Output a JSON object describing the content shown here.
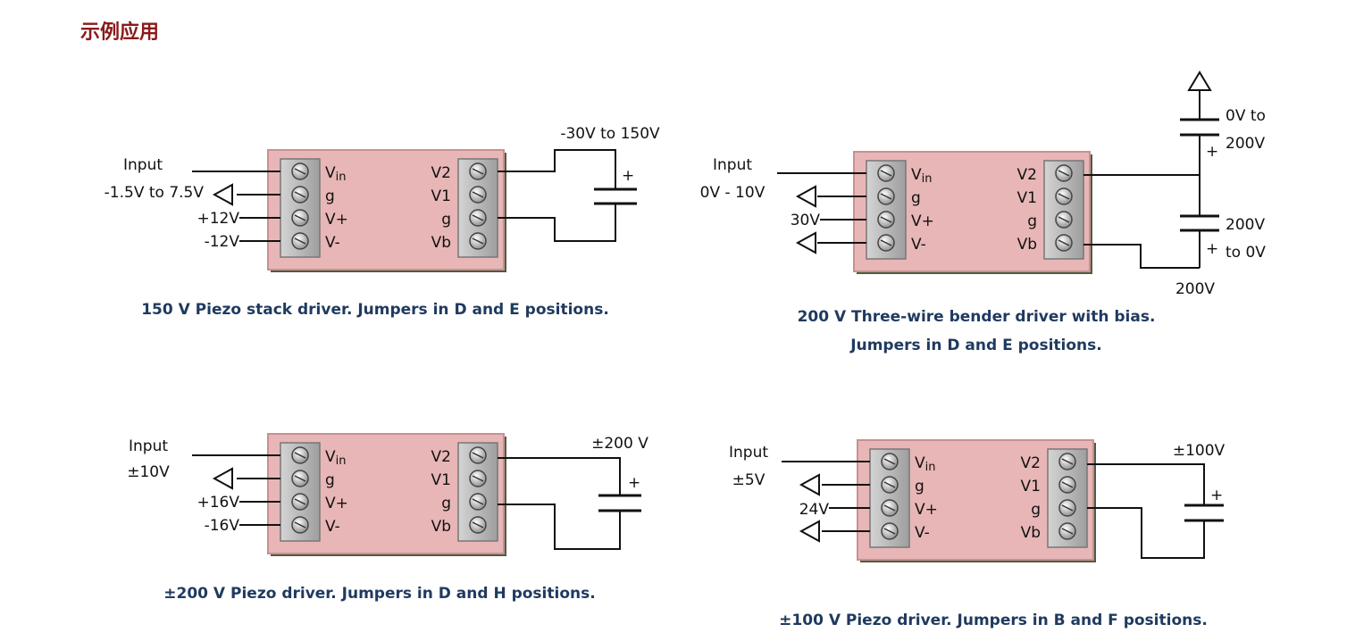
{
  "section_title": "示例应用",
  "diagrams": [
    {
      "caption": [
        "150 V Piezo stack driver. Jumpers in D and E positions."
      ],
      "left_pins": [
        "Vin",
        "g",
        "V+",
        "V-"
      ],
      "right_pins": [
        "V2",
        "V1",
        "g",
        "Vb"
      ],
      "labels": {
        "input": "Input",
        "input_range": "-1.5V to 7.5V",
        "vplus": "+12V",
        "vminus": "-12V",
        "supply": "-30V to 150V",
        "cap_plus": "+"
      }
    },
    {
      "caption": [
        "200 V Three-wire bender driver with bias.",
        "Jumpers in D and E positions."
      ],
      "left_pins": [
        "Vin",
        "g",
        "V+",
        "V-"
      ],
      "right_pins": [
        "V2",
        "V1",
        "g",
        "Vb"
      ],
      "labels": {
        "input": "Input",
        "input_range": "0V - 10V",
        "vplus": "30V",
        "upper_cap_a": "0V to",
        "upper_cap_b": "200V",
        "upper_cap_plus": "+",
        "lower_cap_a": "200V",
        "lower_cap_b": "to 0V",
        "lower_cap_plus": "+",
        "bias": "200V"
      }
    },
    {
      "caption": [
        "±200 V Piezo driver. Jumpers in D and H positions."
      ],
      "left_pins": [
        "Vin",
        "g",
        "V+",
        "V-"
      ],
      "right_pins": [
        "V2",
        "V1",
        "g",
        "Vb"
      ],
      "labels": {
        "input": "Input",
        "input_range": "±10V",
        "vplus": "+16V",
        "vminus": "-16V",
        "supply": "±200 V",
        "cap_plus": "+"
      }
    },
    {
      "caption": [
        "±100 V Piezo driver. Jumpers in B and F positions."
      ],
      "left_pins": [
        "Vin",
        "g",
        "V+",
        "V-"
      ],
      "right_pins": [
        "V2",
        "V1",
        "g",
        "Vb"
      ],
      "labels": {
        "input": "Input",
        "input_range": "±5V",
        "vplus": "24V",
        "supply": "±100V",
        "cap_plus": "+"
      }
    }
  ]
}
